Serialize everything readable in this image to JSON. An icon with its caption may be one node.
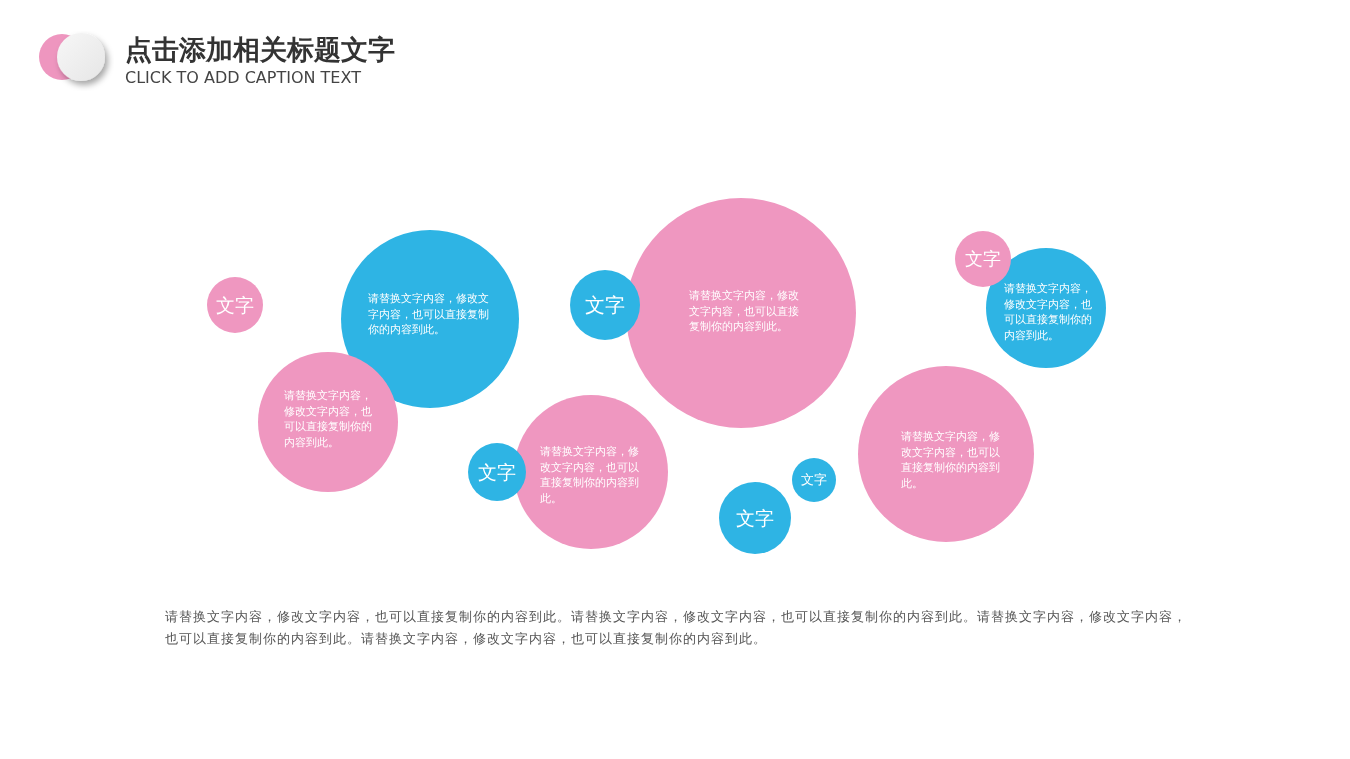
{
  "diagram": {
    "title": "点击添加相关标题文字",
    "nodes": [
      {
        "text": [
          "文字"
        ]
      },
      {
        "text": [
          "请替换文字内容，修改文字内容，也可以直接复制你的内容到此。"
        ]
      },
      {
        "text": [
          "请替换文字内容，修改文字内容，也可以直接复制你的内容到此。"
        ]
      },
      {
        "text": [
          "文字"
        ]
      },
      {
        "text": [
          "请替换文字内容，修改文字内容，也可以直接复制你的内容到此。"
        ]
      },
      {
        "text": [
          "文字"
        ]
      },
      {
        "text": [
          "请替换文字内容，修改文字内容，也可以直接复制你的内容到此。"
        ]
      },
      {
        "text": [
          "文字"
        ]
      },
      {
        "text": [
          "文字"
        ]
      },
      {
        "text": [
          "文字"
        ]
      },
      {
        "text": [
          "请替换文字内容，修改文字内容，也可以直接复制你的内容到此。"
        ]
      },
      {
        "text": [
          "请替换文字内容，修改文字内容，也可以直接复制你的内容到此。"
        ]
      }
    ],
    "labels": [
      "CLICK TO ADD CAPTION TEXT",
      "请替换文字内容，修改文字内容，也可以直接复制你的内容到此。请替换文字内容，修改文字内容，也可以直接复制你的内容到此。请替换文字内容，修改文字内容，也可以直接复制你的内容到此。请替换文字内容，修改文字内容，也可以直接复制你的内容到此。"
    ]
  }
}
